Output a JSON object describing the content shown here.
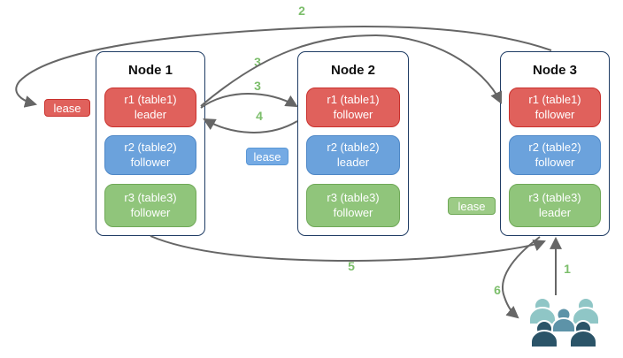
{
  "nodes": [
    {
      "title": "Node 1",
      "replicas": [
        {
          "name": "r1 (table1)",
          "role": "leader"
        },
        {
          "name": "r2 (table2)",
          "role": "follower"
        },
        {
          "name": "r3 (table3)",
          "role": "follower"
        }
      ]
    },
    {
      "title": "Node 2",
      "replicas": [
        {
          "name": "r1 (table1)",
          "role": "follower"
        },
        {
          "name": "r2 (table2)",
          "role": "leader"
        },
        {
          "name": "r3 (table3)",
          "role": "follower"
        }
      ]
    },
    {
      "title": "Node 3",
      "replicas": [
        {
          "name": "r1 (table1)",
          "role": "follower"
        },
        {
          "name": "r2 (table2)",
          "role": "follower"
        },
        {
          "name": "r3 (table3)",
          "role": "leader"
        }
      ]
    }
  ],
  "lease_labels": [
    {
      "label": "lease",
      "color": "#E0615C"
    },
    {
      "label": "lease",
      "color": "#74AAE4"
    },
    {
      "label": "lease",
      "color": "#9CCB86"
    }
  ],
  "step_labels": {
    "step1": "1",
    "step2": "2",
    "step3a": "3",
    "step3b": "3",
    "step4": "4",
    "step5": "5",
    "step6": "6"
  },
  "icons": {
    "users_group": "users-group-icon"
  },
  "colors": {
    "node_border": "#1F3C64",
    "replica_red": "#E0615C",
    "replica_red_border": "#C9302C",
    "replica_blue": "#6BA2DC",
    "replica_blue_border": "#4E87C6",
    "replica_green": "#90C57B",
    "replica_green_border": "#6FA857",
    "arrow": "#666666",
    "step_label": "#7CBE6B",
    "users_light": "#8FC6C6",
    "users_mid": "#5D93A8",
    "users_dark": "#2B5468"
  }
}
